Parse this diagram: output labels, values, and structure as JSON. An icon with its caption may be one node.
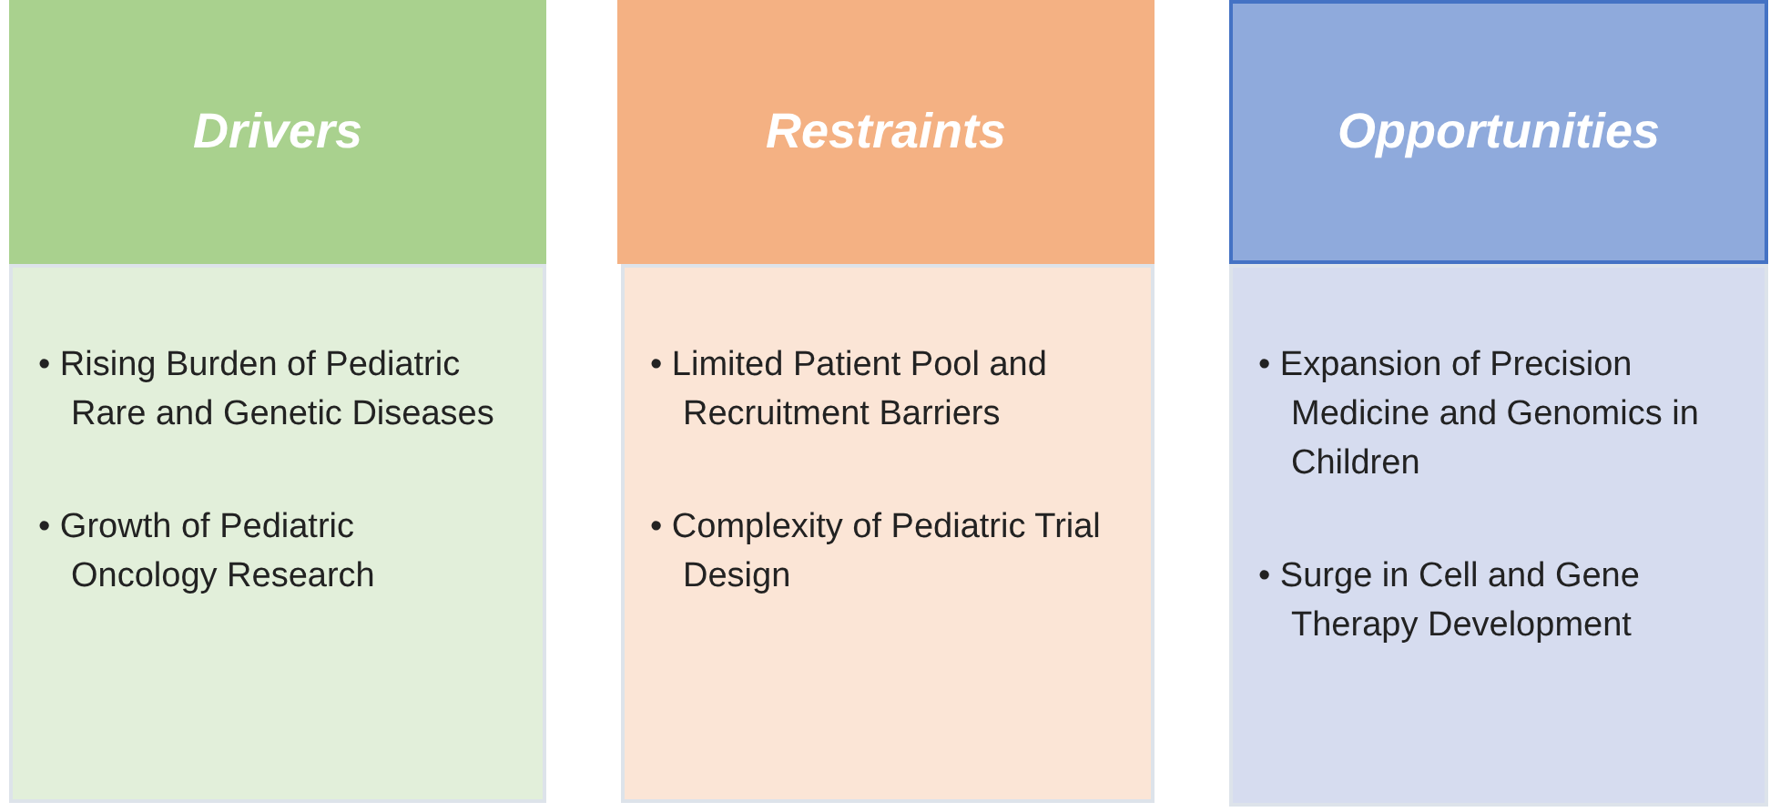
{
  "diagram": {
    "nodes": [
      {
        "text": [
          "Drivers"
        ]
      },
      {
        "text": [
          "• Rising Burden of Pediatric Rare and Genetic Diseases",
          "• Growth of Pediatric Oncology Research"
        ]
      },
      {
        "text": [
          "Restraints"
        ]
      },
      {
        "text": [
          "• Limited Patient Pool and Recruitment Barriers",
          "• Complexity of Pediatric Trial Design"
        ]
      },
      {
        "text": [
          "Opportunities"
        ]
      },
      {
        "text": [
          "• Expansion of Precision Medicine and Genomics in Children",
          "• Surge in Cell and Gene Therapy Development"
        ]
      }
    ],
    "edges": []
  }
}
